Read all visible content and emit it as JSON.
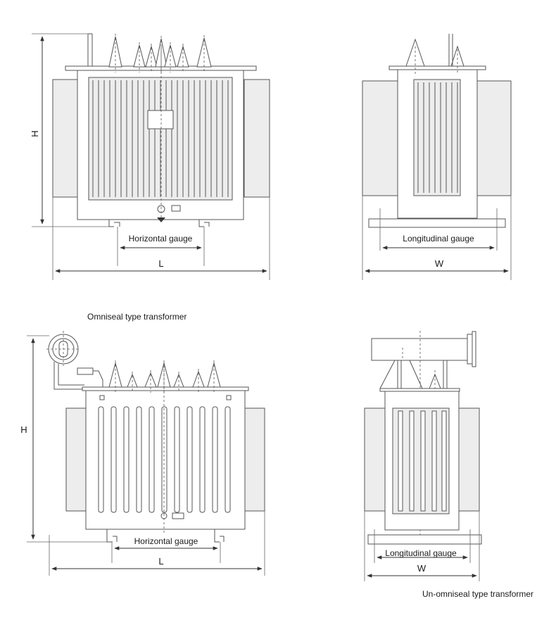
{
  "captions": {
    "omniseal": "Omniseal type transformer",
    "unomniseal": "Un-omniseal type transformer"
  },
  "views": {
    "top_front": {
      "height_label": "H",
      "gauge_label": "Horizontal gauge",
      "length_label": "L"
    },
    "top_side": {
      "gauge_label": "Longitudinal gauge",
      "width_label": "W"
    },
    "bottom_front": {
      "height_label": "H",
      "gauge_label": "Horizontal gauge",
      "length_label": "L"
    },
    "bottom_side": {
      "gauge_label": "Longitudinal gauge",
      "width_label": "W"
    }
  }
}
